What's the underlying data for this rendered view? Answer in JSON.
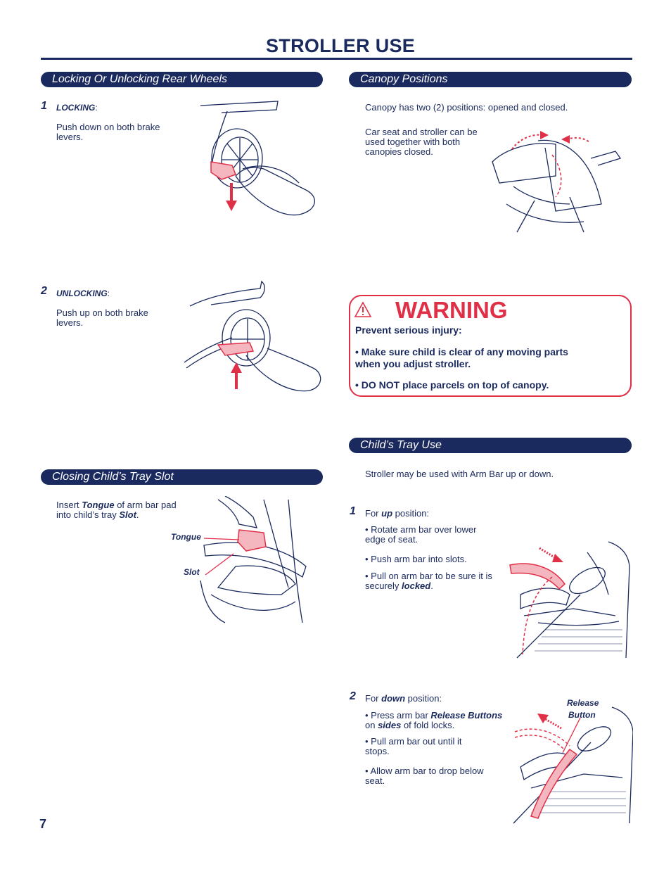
{
  "header": {
    "title": "STROLLER USE",
    "page_number": "7"
  },
  "rear_wheels": {
    "heading": "Locking Or Unlocking Rear Wheels",
    "step1": {
      "number": "1",
      "label": "LOCKING",
      "colon": ":",
      "text": "Push down on both brake levers."
    },
    "step2": {
      "number": "2",
      "label": "UNLOCKING",
      "colon": ":",
      "text": "Push up on both brake levers."
    }
  },
  "canopy": {
    "heading": "Canopy Positions",
    "text1": "Canopy has two (2) positions:  opened and closed.",
    "text2": "Car seat and stroller can be used together with both canopies closed."
  },
  "warning": {
    "title": "WARNING",
    "line1": "Prevent serious injury:",
    "bullet1": "• Make sure child is clear of any moving parts when you adjust stroller.",
    "bullet2": "• DO NOT place parcels on top of canopy."
  },
  "tray_slot": {
    "heading": "Closing Child’s Tray Slot",
    "text_pre": "Insert ",
    "tongue": "Tongue",
    "text_mid": " of arm bar pad into child’s tray ",
    "slot": "Slot",
    "text_end": ".",
    "label_tongue": "Tongue",
    "label_slot": "Slot"
  },
  "tray_use": {
    "heading": "Child’s Tray Use",
    "intro": "Stroller may be used with Arm Bar up or down.",
    "step1": {
      "number": "1",
      "lead_pre": "For ",
      "lead_em": "up",
      "lead_post": " position:",
      "b1": "• Rotate arm bar over lower edge of seat.",
      "b2": "• Push arm bar into slots.",
      "b3_pre": "• Pull on arm bar to be sure it is securely ",
      "b3_em": "locked",
      "b3_post": "."
    },
    "step2": {
      "number": "2",
      "lead_pre": "For ",
      "lead_em": "down",
      "lead_post": " position:",
      "b1_pre": "• Press arm bar ",
      "b1_em": "Release Buttons",
      "b1_mid": " on ",
      "b1_em2": "sides",
      "b1_post": " of fold locks.",
      "b2": "• Pull arm bar out until it stops.",
      "b3": "• Allow arm bar to drop below seat.",
      "release_label1": "Release",
      "release_label2": "Button"
    }
  },
  "colors": {
    "navy": "#1b2a5e",
    "red": "#e03048",
    "pink": "#f4b7bf"
  }
}
